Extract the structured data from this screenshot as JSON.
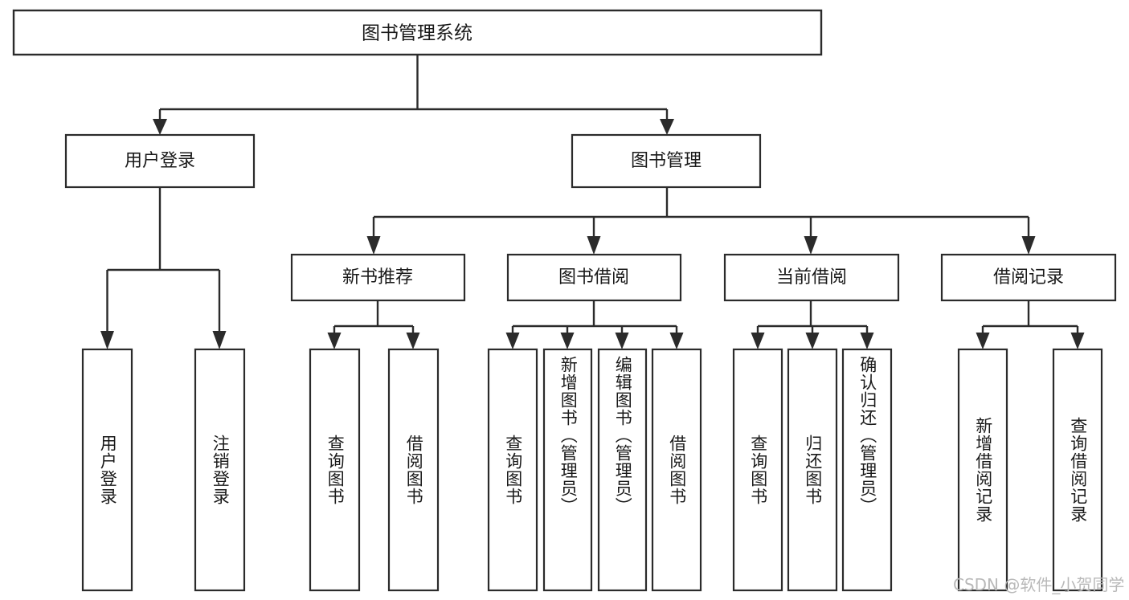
{
  "diagram": {
    "type": "tree",
    "title": "图书管理系统",
    "watermark": "CSDN @软件_小贺同学",
    "colors": {
      "stroke": "#2b2b2b",
      "fill": "#ffffff",
      "text": "#1a1a1a",
      "watermark": "#b9b9b9"
    },
    "nodes": {
      "root": {
        "label": "图书管理系统"
      },
      "level2": [
        {
          "id": "user-login",
          "label": "用户登录"
        },
        {
          "id": "book-manage",
          "label": "图书管理"
        }
      ],
      "level3": [
        {
          "id": "new-book-recommend",
          "label": "新书推荐"
        },
        {
          "id": "book-borrow",
          "label": "图书借阅"
        },
        {
          "id": "current-borrow",
          "label": "当前借阅"
        },
        {
          "id": "borrow-record",
          "label": "借阅记录"
        }
      ],
      "leaves": {
        "user_login": [
          {
            "id": "leaf-user-login",
            "label": "用户登录"
          },
          {
            "id": "leaf-logout",
            "label": "注销登录"
          }
        ],
        "new_book_recommend": [
          {
            "id": "leaf-query-book-1",
            "label": "查询图书"
          },
          {
            "id": "leaf-borrow-book-1",
            "label": "借阅图书"
          }
        ],
        "book_borrow": [
          {
            "id": "leaf-query-book-2",
            "label": "查询图书"
          },
          {
            "id": "leaf-add-book",
            "label": "新增图书（管理员）"
          },
          {
            "id": "leaf-edit-book",
            "label": "编辑图书（管理员）"
          },
          {
            "id": "leaf-borrow-book-2",
            "label": "借阅图书"
          }
        ],
        "current_borrow": [
          {
            "id": "leaf-query-book-3",
            "label": "查询图书"
          },
          {
            "id": "leaf-return-book",
            "label": "归还图书"
          },
          {
            "id": "leaf-confirm-return",
            "label": "确认归还（管理员）"
          }
        ],
        "borrow_record": [
          {
            "id": "leaf-add-record",
            "label": "新增借阅记录"
          },
          {
            "id": "leaf-query-record",
            "label": "查询借阅记录"
          }
        ]
      }
    }
  }
}
